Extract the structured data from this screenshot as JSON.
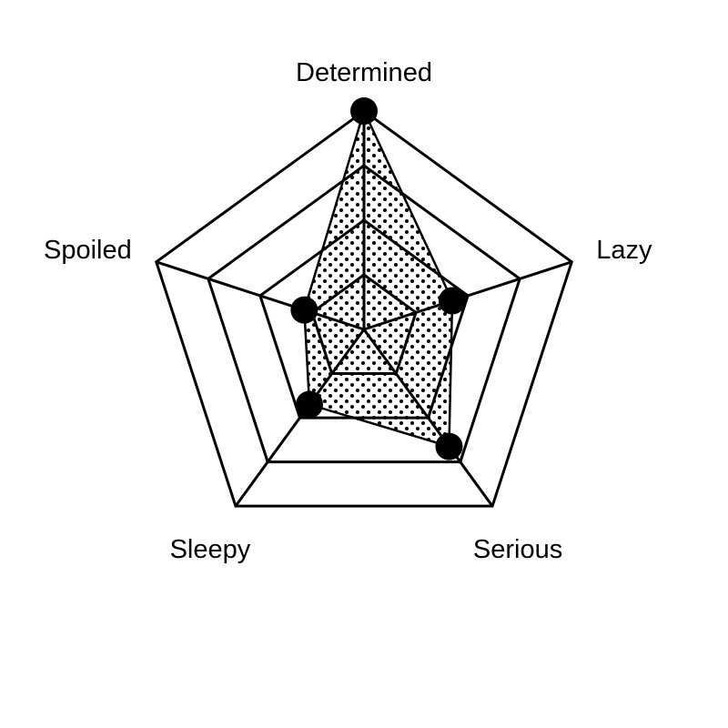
{
  "chart_data": {
    "type": "radar",
    "categories": [
      "Determined",
      "Lazy",
      "Serious",
      "Sleepy",
      "Spoiled"
    ],
    "series": [
      {
        "values": [
          4,
          1.7,
          2.65,
          1.7,
          1.15
        ]
      }
    ],
    "rlim": [
      0,
      4
    ],
    "grid_levels": [
      1,
      2,
      3,
      4
    ],
    "grid": true,
    "fill_pattern": "dots",
    "colors": {
      "line": "#000000",
      "fill_dots": "#000000",
      "background": "#ffffff"
    }
  }
}
